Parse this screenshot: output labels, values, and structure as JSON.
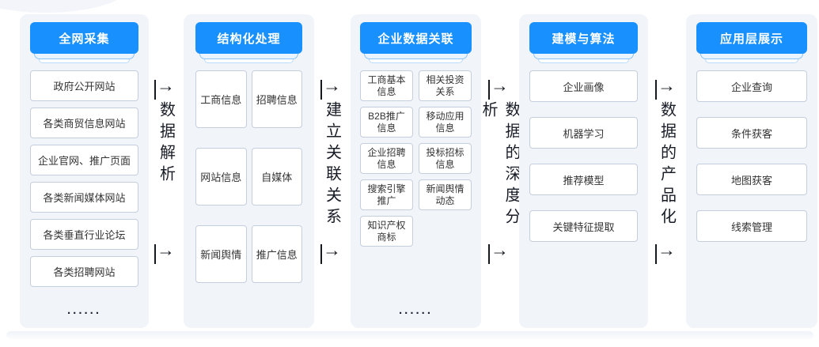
{
  "theme": {
    "accent_blue": "#1890fe",
    "panel_bg": "#f1f4f8",
    "box_border": "#c5cedd",
    "box_text": "#333333",
    "connector_text": "#181c26"
  },
  "columns": [
    {
      "title": "全网采集",
      "items": [
        "政府公开网站",
        "各类商贸信息网站",
        "企业官网、推广页面",
        "各类新闻媒体网站",
        "各类垂直行业论坛",
        "各类招聘网站"
      ],
      "ellipsis": "......"
    },
    {
      "title": "结构化处理",
      "items": [
        "工商信息",
        "招聘信息",
        "网站信息",
        "自媒体",
        "新闻舆情",
        "推广信息"
      ]
    },
    {
      "title": "企业数据关联",
      "items": [
        "工商基本信息",
        "相关投资关系",
        "B2B推广信息",
        "移动应用信息",
        "企业招聘信息",
        "投标招标信息",
        "搜索引擎推广",
        "新闻舆情动态",
        "知识产权商标"
      ],
      "ellipsis": "......"
    },
    {
      "title": "建模与算法",
      "items": [
        "企业画像",
        "机器学习",
        "推荐模型",
        "关键特征提取"
      ]
    },
    {
      "title": "应用层展示",
      "items": [
        "企业查询",
        "条件获客",
        "地图获客",
        "线索管理"
      ]
    }
  ],
  "connectors": [
    {
      "label": "数据解析"
    },
    {
      "label": "建立关联关系"
    },
    {
      "label": "数据的深度分析"
    },
    {
      "label": "数据的产品化"
    }
  ],
  "arrow_glyph": "→"
}
